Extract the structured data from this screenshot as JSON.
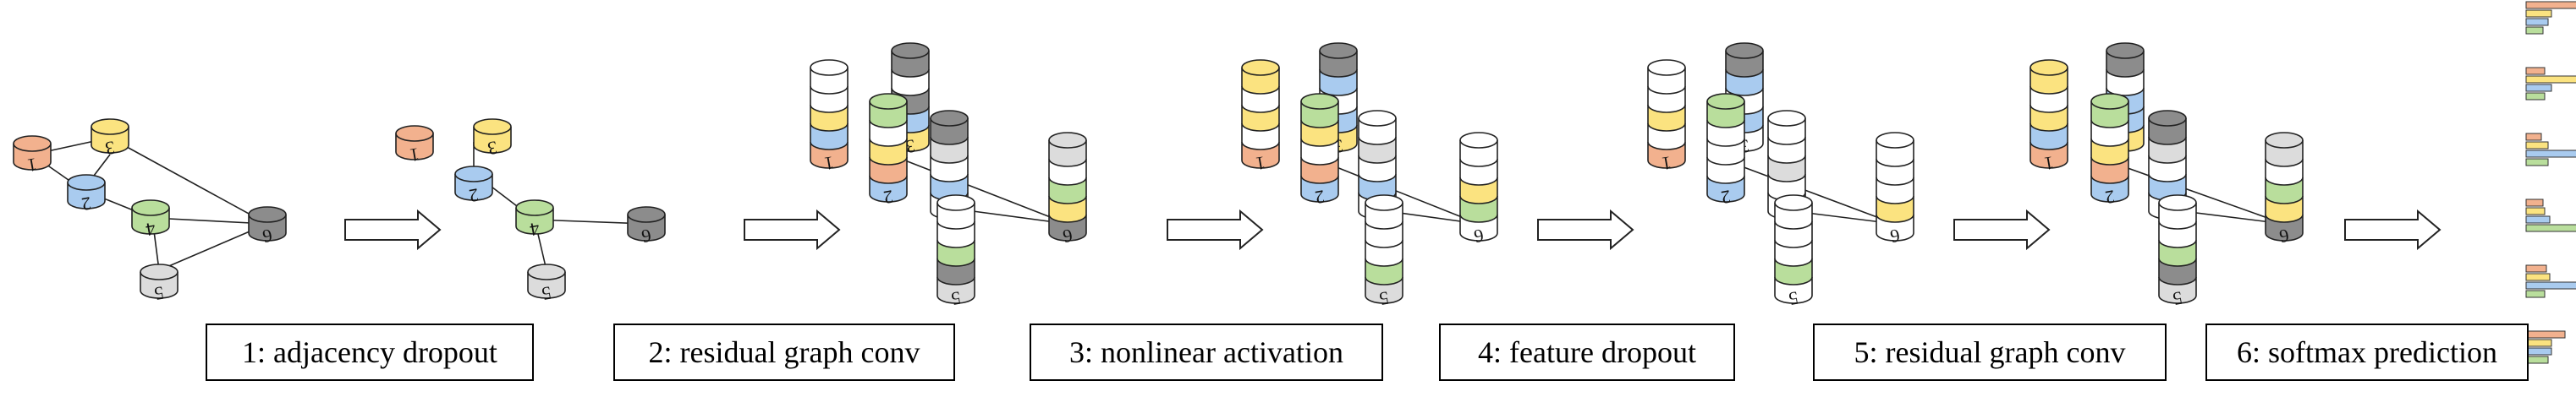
{
  "steps": [
    {
      "label": "1: adjacency dropout"
    },
    {
      "label": "2: residual graph conv"
    },
    {
      "label": "3: nonlinear activation"
    },
    {
      "label": "4: feature dropout"
    },
    {
      "label": "5: residual graph conv"
    },
    {
      "label": "6: softmax prediction"
    }
  ],
  "node_numbers": [
    "1",
    "2",
    "3",
    "4",
    "5",
    "6"
  ],
  "colors": {
    "orange": "#f2b18e",
    "yellow": "#fbe380",
    "blue": "#a9cbef",
    "green": "#b9de9c",
    "dark": "#8c8c8c",
    "light": "#dcdcdc",
    "white": "#ffffff"
  },
  "icons": [
    "arrow-right-icon",
    "cylinder-node-icon",
    "bar-chart-icon"
  ]
}
